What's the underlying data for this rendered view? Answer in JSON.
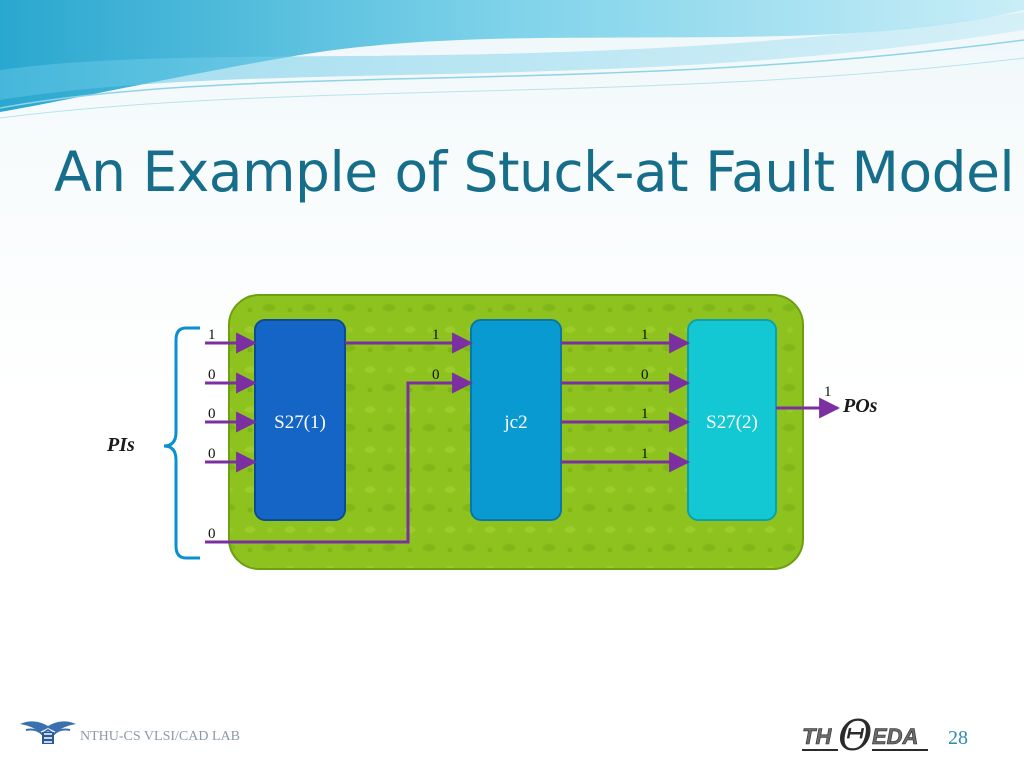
{
  "slide": {
    "title": "An Example of Stuck-at Fault Model",
    "footer_lab": "NTHU-CS VLSI/CAD LAB",
    "page_number": "28",
    "logo_left_icon": "eagle-emblem-icon",
    "logo_right": {
      "prefix": "TH",
      "symbol": "Θ",
      "suffix": "EDA"
    }
  },
  "diagram": {
    "blocks": [
      {
        "label": "S27(1)",
        "color": "#1565c6"
      },
      {
        "label": "jc2",
        "color": "#0a9ad2"
      },
      {
        "label": "S27(2)",
        "color": "#13c8d2"
      }
    ],
    "pi_label": "PIs",
    "po_label": "POs",
    "pi_values": [
      "1",
      "0",
      "0",
      "0",
      "0"
    ],
    "mid_values_1": [
      "1",
      "0"
    ],
    "mid_values_2": [
      "1",
      "0",
      "1",
      "1"
    ],
    "po_value": "1",
    "colors": {
      "wire": "#7b2fa0",
      "background": "#8dc21f",
      "title": "#176e8a"
    }
  }
}
